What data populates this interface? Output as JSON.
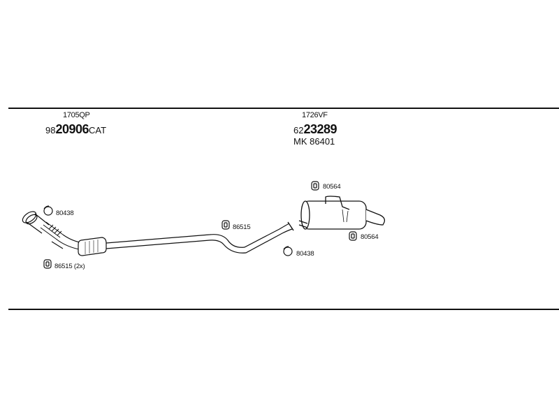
{
  "left_part": {
    "code_top": "1705QP",
    "number_prefix": "98",
    "number_main": "20906",
    "number_suffix": "CAT"
  },
  "right_part": {
    "code_top": "1726VF",
    "number_prefix": "62",
    "number_main": "23289",
    "mk_label": "MK",
    "mk_number": "86401"
  },
  "callouts": {
    "clamp_left": "80438",
    "gasket_left": "86515 (2x)",
    "gasket_mid": "86515",
    "clamp_right": "80438",
    "hanger_top": "80564",
    "hanger_bottom": "80564"
  }
}
